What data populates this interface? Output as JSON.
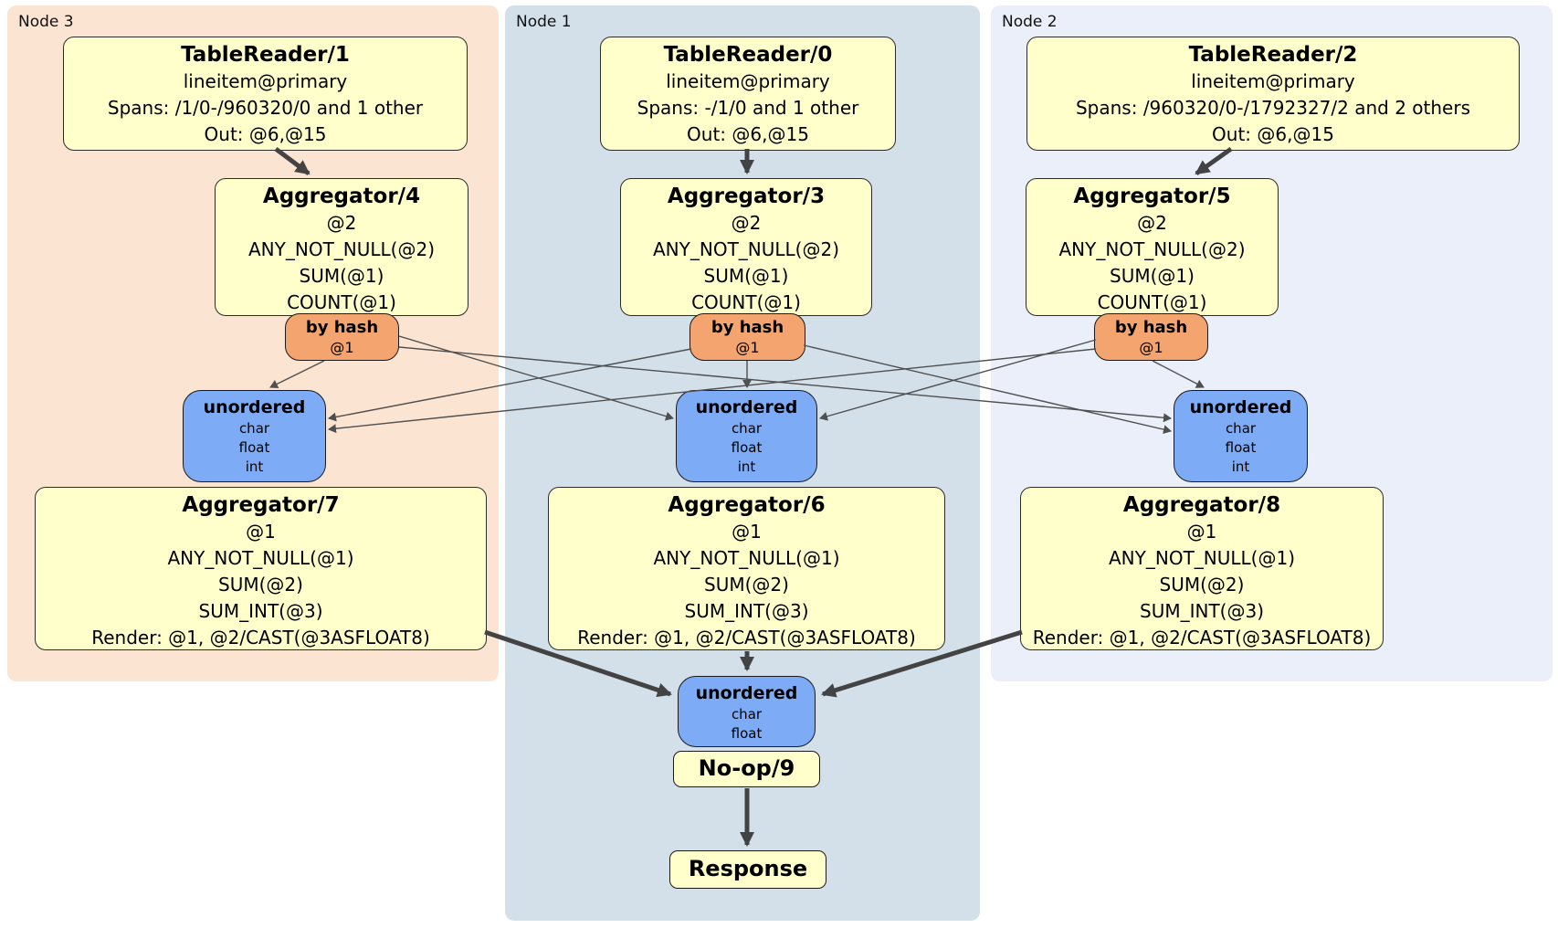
{
  "diagram": {
    "nodes": [
      {
        "label": "Node 3",
        "table_reader": {
          "title": "TableReader/1",
          "lines": [
            "lineitem@primary",
            "Spans: /1/0-/960320/0 and 1 other",
            "Out: @6,@15"
          ]
        },
        "aggregator": {
          "title": "Aggregator/4",
          "lines": [
            "@2",
            "ANY_NOT_NULL(@2)",
            "SUM(@1)",
            "COUNT(@1)"
          ]
        },
        "router": {
          "label": "by hash",
          "detail": "@1"
        },
        "sync": {
          "label": "unordered",
          "columns": [
            "char",
            "float",
            "int"
          ]
        },
        "final_aggregator": {
          "title": "Aggregator/7",
          "lines": [
            "@1",
            "ANY_NOT_NULL(@1)",
            "SUM(@2)",
            "SUM_INT(@3)",
            "Render: @1, @2/CAST(@3ASFLOAT8)"
          ]
        }
      },
      {
        "label": "Node 1",
        "table_reader": {
          "title": "TableReader/0",
          "lines": [
            "lineitem@primary",
            "Spans: -/1/0 and 1 other",
            "Out: @6,@15"
          ]
        },
        "aggregator": {
          "title": "Aggregator/3",
          "lines": [
            "@2",
            "ANY_NOT_NULL(@2)",
            "SUM(@1)",
            "COUNT(@1)"
          ]
        },
        "router": {
          "label": "by hash",
          "detail": "@1"
        },
        "sync": {
          "label": "unordered",
          "columns": [
            "char",
            "float",
            "int"
          ]
        },
        "final_aggregator": {
          "title": "Aggregator/6",
          "lines": [
            "@1",
            "ANY_NOT_NULL(@1)",
            "SUM(@2)",
            "SUM_INT(@3)",
            "Render: @1, @2/CAST(@3ASFLOAT8)"
          ]
        }
      },
      {
        "label": "Node 2",
        "table_reader": {
          "title": "TableReader/2",
          "lines": [
            "lineitem@primary",
            "Spans: /960320/0-/1792327/2 and 2 others",
            "Out: @6,@15"
          ]
        },
        "aggregator": {
          "title": "Aggregator/5",
          "lines": [
            "@2",
            "ANY_NOT_NULL(@2)",
            "SUM(@1)",
            "COUNT(@1)"
          ]
        },
        "router": {
          "label": "by hash",
          "detail": "@1"
        },
        "sync": {
          "label": "unordered",
          "columns": [
            "char",
            "float",
            "int"
          ]
        },
        "final_aggregator": {
          "title": "Aggregator/8",
          "lines": [
            "@1",
            "ANY_NOT_NULL(@1)",
            "SUM(@2)",
            "SUM_INT(@3)",
            "Render: @1, @2/CAST(@3ASFLOAT8)"
          ]
        }
      }
    ],
    "output": {
      "sync": {
        "label": "unordered",
        "columns": [
          "char",
          "float"
        ]
      },
      "noop": {
        "title": "No-op/9"
      },
      "response": {
        "title": "Response"
      }
    },
    "colors": {
      "node3_bg": "#fce4d2",
      "node1_bg": "#d3e0ea",
      "node2_bg": "#eaeffa",
      "processor_fill": "#ffffcc",
      "router_fill": "#f4a46e",
      "sync_fill": "#7dabf5",
      "edge": "#434343"
    }
  }
}
